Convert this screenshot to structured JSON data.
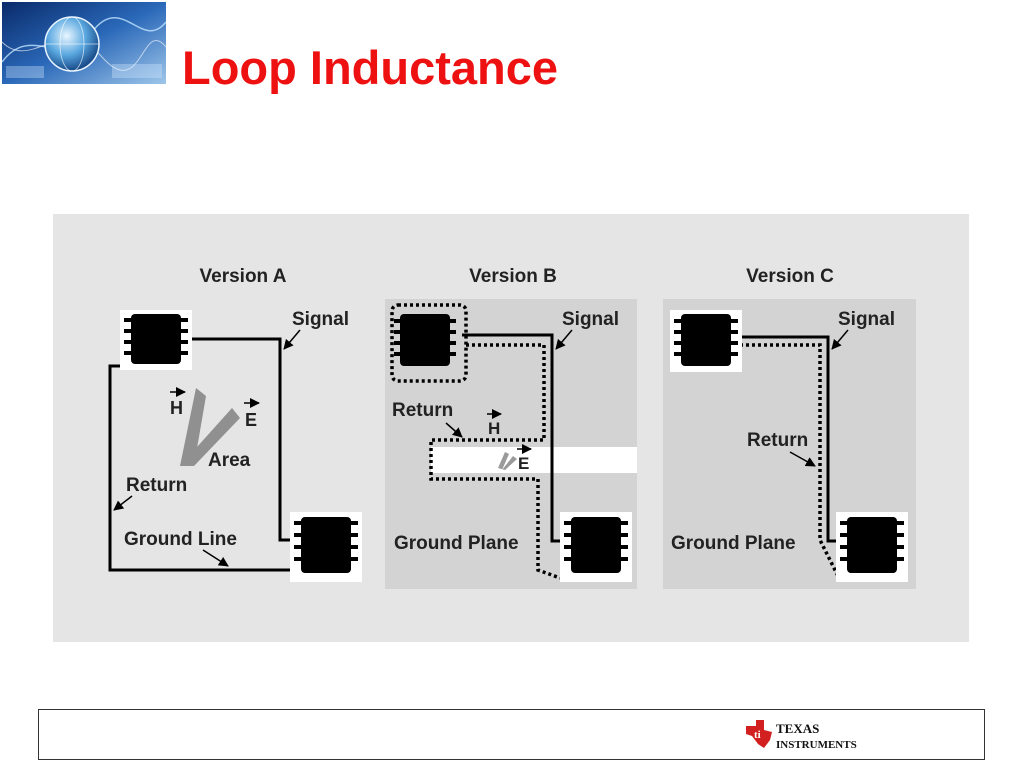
{
  "slide": {
    "title": "Loop Inductance"
  },
  "diagram": {
    "versions": [
      {
        "heading": "Version A",
        "labels": {
          "signal": "Signal",
          "h_vector": "H",
          "e_vector": "E",
          "area": "Area",
          "return": "Return",
          "ground": "Ground Line"
        }
      },
      {
        "heading": "Version B",
        "labels": {
          "signal": "Signal",
          "return": "Return",
          "h_vector": "H",
          "e_vector": "E",
          "ground": "Ground Plane"
        }
      },
      {
        "heading": "Version C",
        "labels": {
          "signal": "Signal",
          "return": "Return",
          "ground": "Ground Plane"
        }
      }
    ],
    "colors": {
      "panel_background": "#e5e5e5",
      "plane_background": "#d3d3d3",
      "chip": "#000000",
      "field_arrow": "#909090"
    }
  },
  "footer": {
    "brand_line1": "TEXAS",
    "brand_line2": "INSTRUMENTS"
  }
}
